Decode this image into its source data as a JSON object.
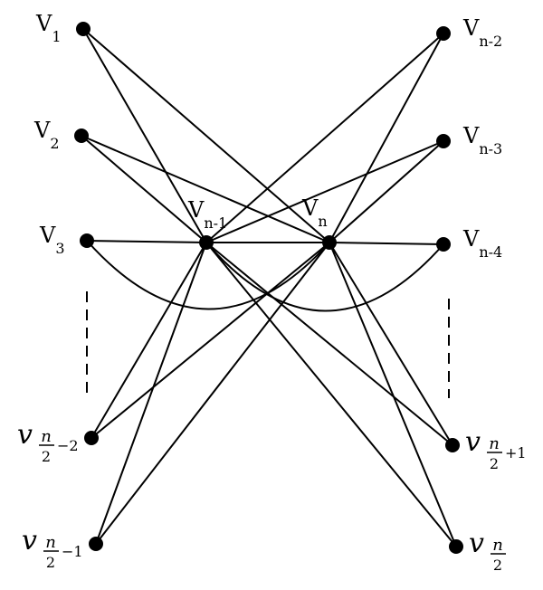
{
  "diagram": {
    "nodes": [
      {
        "id": "v1",
        "main": "V",
        "sub": "1"
      },
      {
        "id": "v2",
        "main": "V",
        "sub": "2"
      },
      {
        "id": "v3",
        "main": "V",
        "sub": "3"
      },
      {
        "id": "vh2",
        "main": "v",
        "num": "n",
        "den": "2",
        "suffix": "−2"
      },
      {
        "id": "vh1",
        "main": "v",
        "num": "n",
        "den": "2",
        "suffix": "−1"
      },
      {
        "id": "vn2",
        "main": "V",
        "sub": "n-2"
      },
      {
        "id": "vn3",
        "main": "V",
        "sub": "n-3"
      },
      {
        "id": "vn4",
        "main": "V",
        "sub": "n-4"
      },
      {
        "id": "vhp1",
        "main": "v",
        "num": "n",
        "den": "2",
        "suffix": "+1"
      },
      {
        "id": "vh",
        "main": "v",
        "num": "n",
        "den": "2",
        "suffix": ""
      },
      {
        "id": "vn1",
        "main": "V",
        "sub": "n-1"
      },
      {
        "id": "vn",
        "main": "V",
        "sub": "n"
      }
    ],
    "edges": [
      [
        "v1",
        "vn1"
      ],
      [
        "v1",
        "vn"
      ],
      [
        "v2",
        "vn1"
      ],
      [
        "v2",
        "vn"
      ],
      [
        "v3",
        "vn1"
      ],
      [
        "vn1",
        "vn"
      ],
      [
        "vn",
        "vn4"
      ],
      [
        "vn2",
        "vn1"
      ],
      [
        "vn2",
        "vn"
      ],
      [
        "vn3",
        "vn1"
      ],
      [
        "vn3",
        "vn"
      ],
      [
        "vh2",
        "vn1"
      ],
      [
        "vh2",
        "vn"
      ],
      [
        "vh1",
        "vn1"
      ],
      [
        "vh1",
        "vn"
      ],
      [
        "vhp1",
        "vn1"
      ],
      [
        "vhp1",
        "vn"
      ],
      [
        "vh",
        "vn1"
      ],
      [
        "vh",
        "vn"
      ]
    ],
    "arcs": [
      [
        "v3",
        "vn"
      ],
      [
        "vn1",
        "vn4"
      ]
    ],
    "colors": {
      "ink": "#000000",
      "background": "#ffffff"
    }
  }
}
